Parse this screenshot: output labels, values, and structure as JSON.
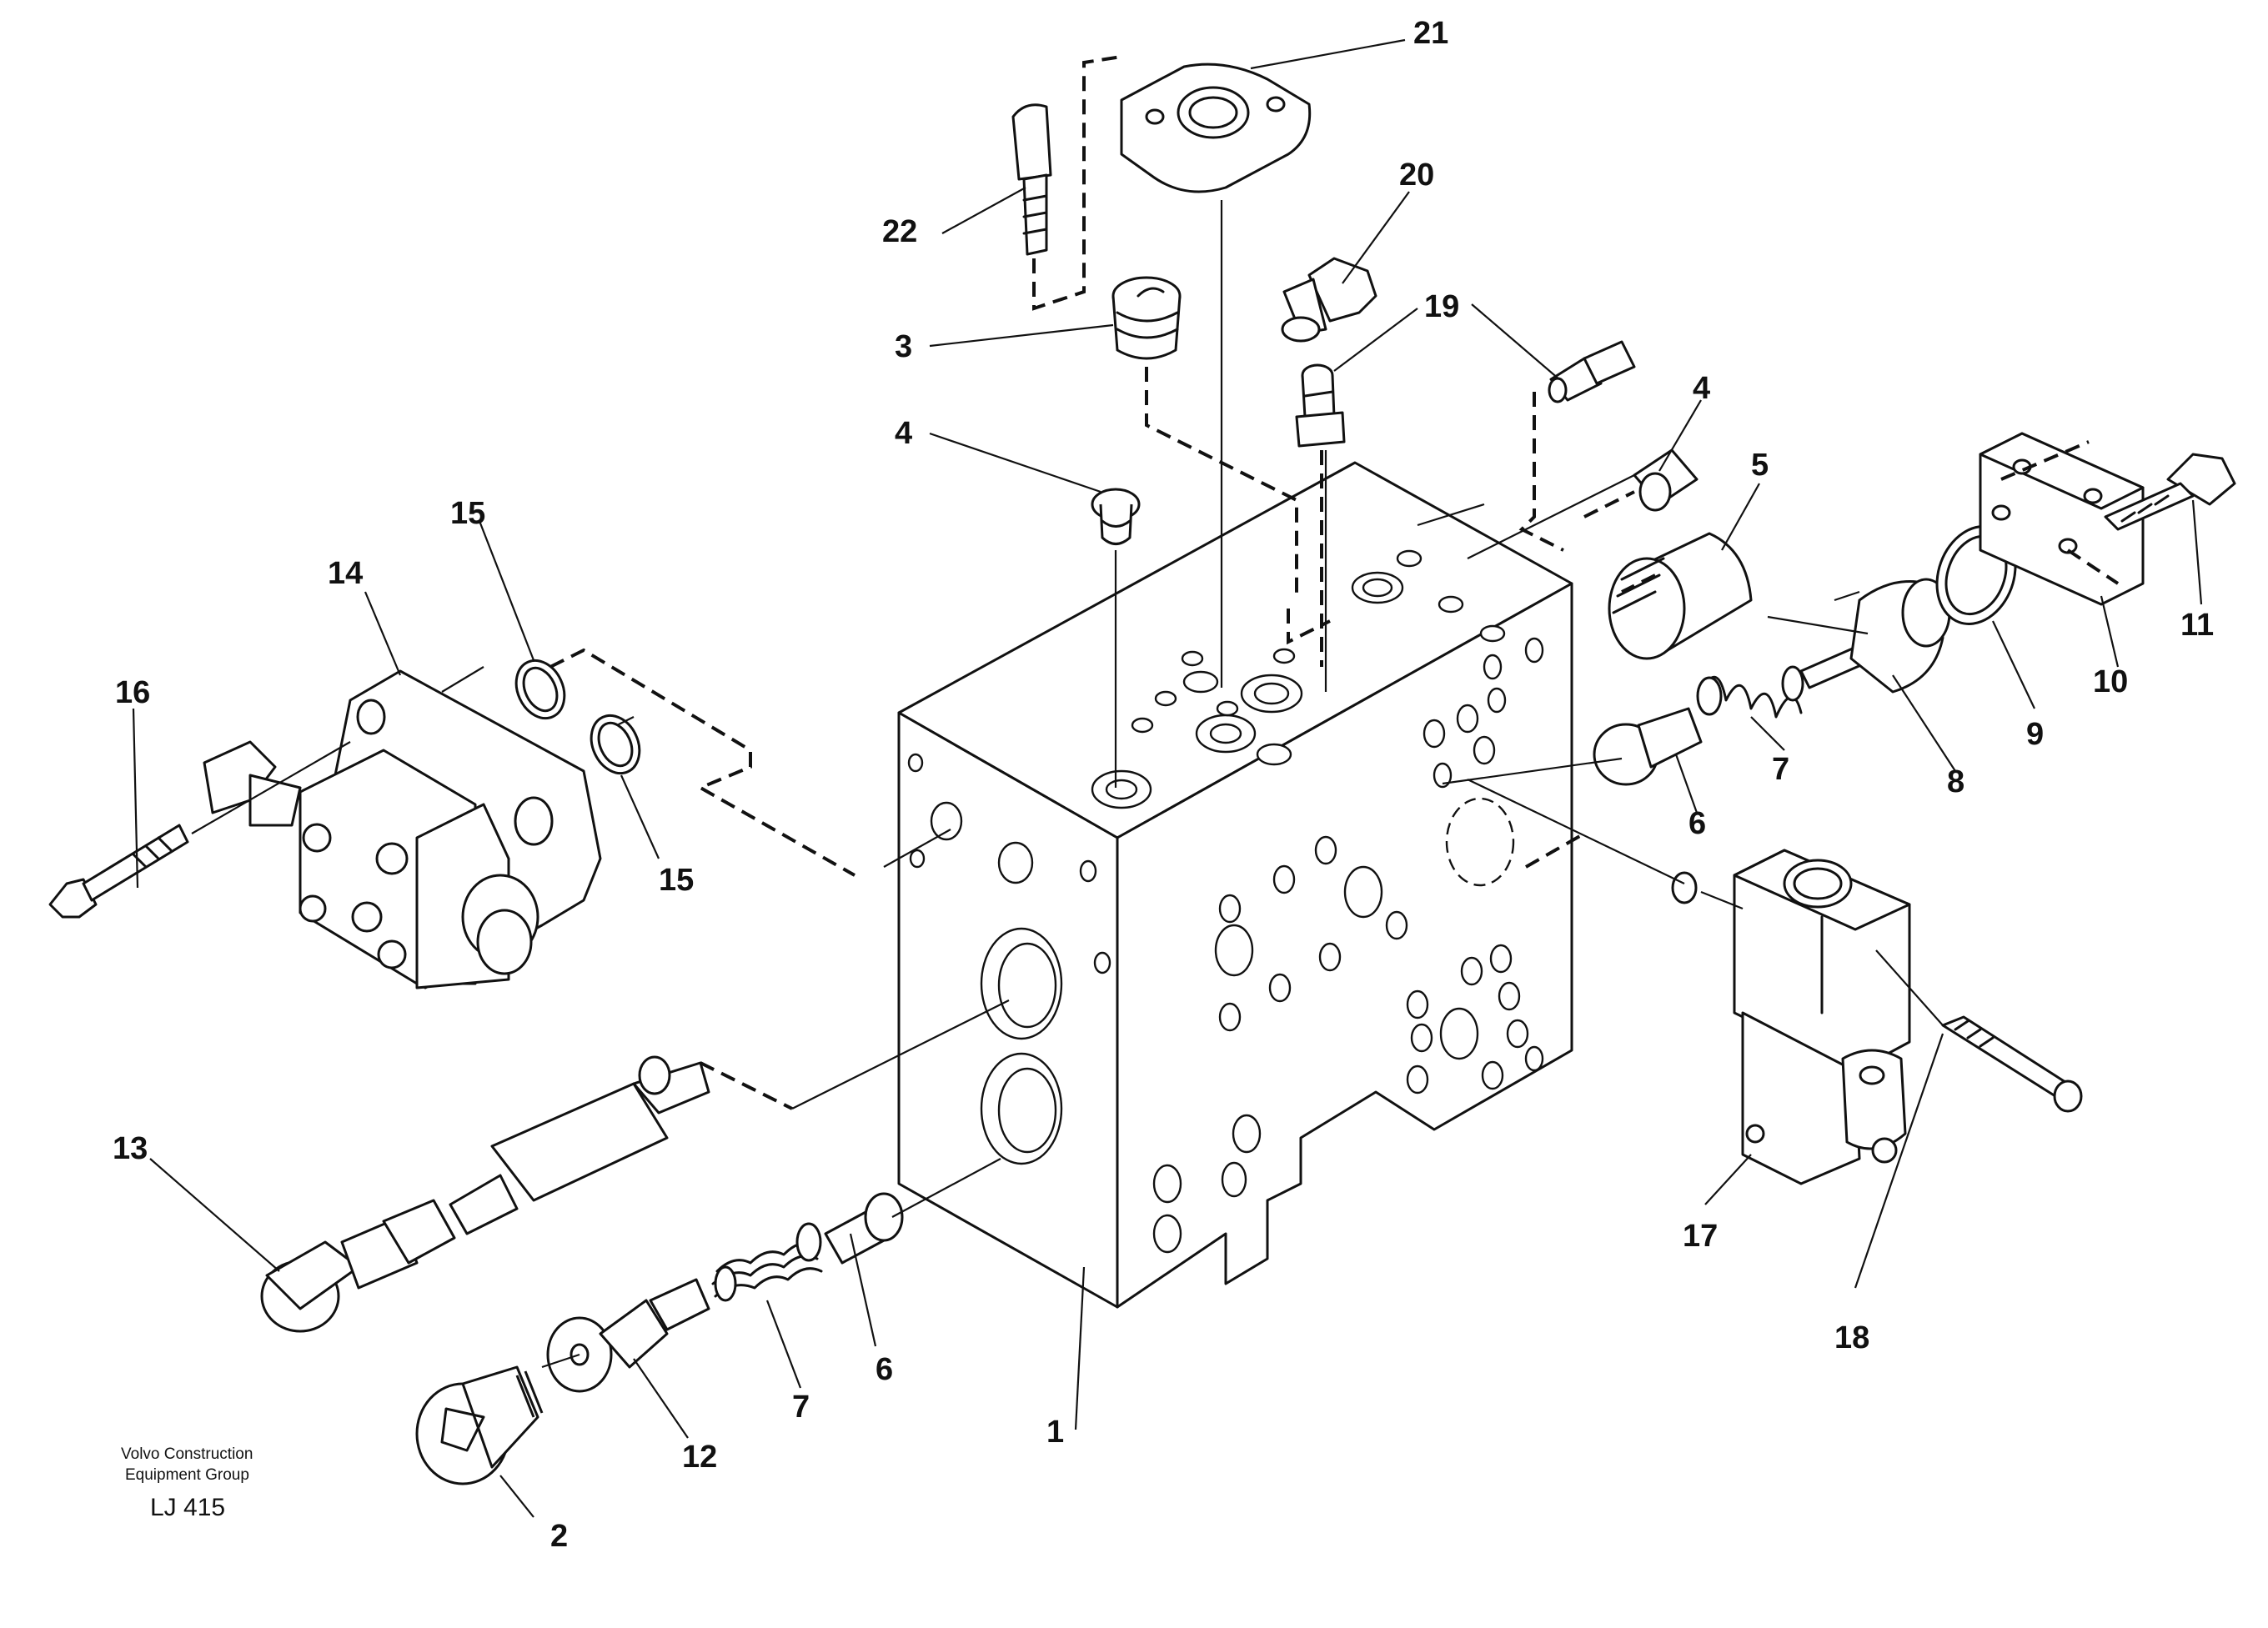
{
  "callouts": [
    "1",
    "2",
    "3",
    "4",
    "4",
    "5",
    "6",
    "6",
    "7",
    "7",
    "8",
    "9",
    "10",
    "11",
    "12",
    "13",
    "14",
    "15",
    "15",
    "16",
    "17",
    "18",
    "19",
    "20",
    "21",
    "22"
  ],
  "credit": {
    "line1": "Volvo Construction",
    "line2": "Equipment Group",
    "code": "LJ 415"
  }
}
